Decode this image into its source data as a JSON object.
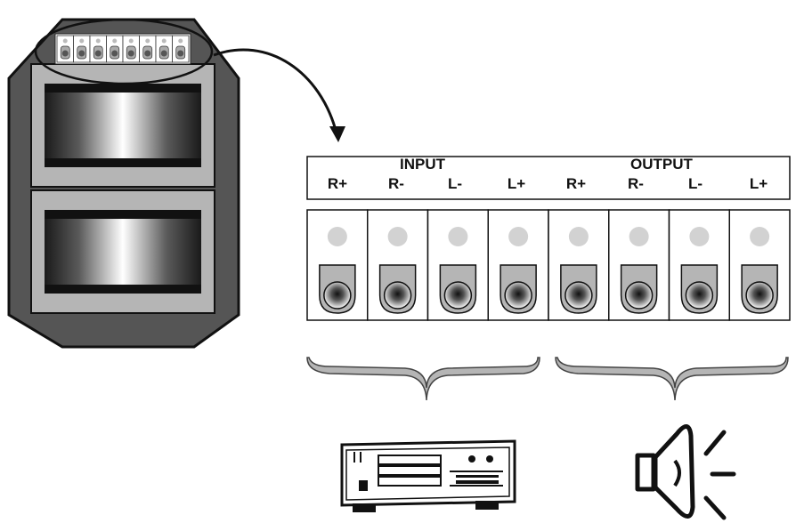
{
  "groups": {
    "input": "INPUT",
    "output": "OUTPUT"
  },
  "terminals": [
    "R+",
    "R-",
    "L-",
    "L+",
    "R+",
    "R-",
    "L-",
    "L+"
  ],
  "icons": {
    "source": "stereo-receiver-icon",
    "speaker": "speaker-icon",
    "device": "volume-control-device-icon"
  },
  "colors": {
    "device_body": "#555555",
    "plate": "#b5b5b5",
    "screw": "#d2d2d2",
    "brace": "#b5b5b5",
    "outline": "#111111"
  }
}
